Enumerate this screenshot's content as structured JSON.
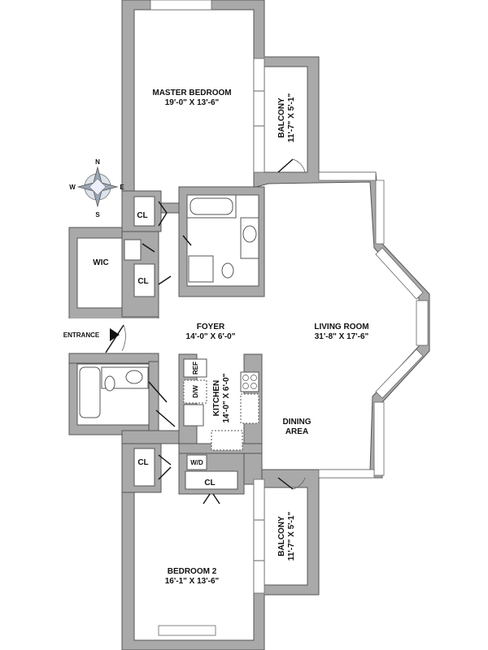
{
  "compass": {
    "n": "N",
    "s": "S",
    "e": "E",
    "w": "W"
  },
  "entrance": "ENTRANCE",
  "rooms": {
    "master_bedroom": {
      "name": "MASTER BEDROOM",
      "dims": "19'-0\" X 13'-6\""
    },
    "balcony_top": {
      "name": "BALCONY",
      "dims": "11'-7\" X 5'-1\""
    },
    "wic": {
      "name": "WIC"
    },
    "cl_master": {
      "name": "CL"
    },
    "cl_wic": {
      "name": "CL"
    },
    "foyer": {
      "name": "FOYER",
      "dims": "14'-0\" X 6'-0\""
    },
    "living_room": {
      "name": "LIVING ROOM",
      "dims": "31'-8\" X 17'-6\""
    },
    "kitchen": {
      "name": "KITCHEN",
      "dims": "14'-0\" X 6'-0\""
    },
    "dining": {
      "name": "DINING",
      "name2": "AREA"
    },
    "cl_bed2_left": {
      "name": "CL"
    },
    "cl_bed2_top": {
      "name": "CL"
    },
    "balcony_bottom": {
      "name": "BALCONY",
      "dims": "11'-7\" X 5'-1\""
    },
    "bedroom2": {
      "name": "BEDROOM 2",
      "dims": "16'-1\" X 13'-6\""
    }
  },
  "fixtures": {
    "ref": "REF",
    "dw": "D/W",
    "wd": "W/D"
  }
}
